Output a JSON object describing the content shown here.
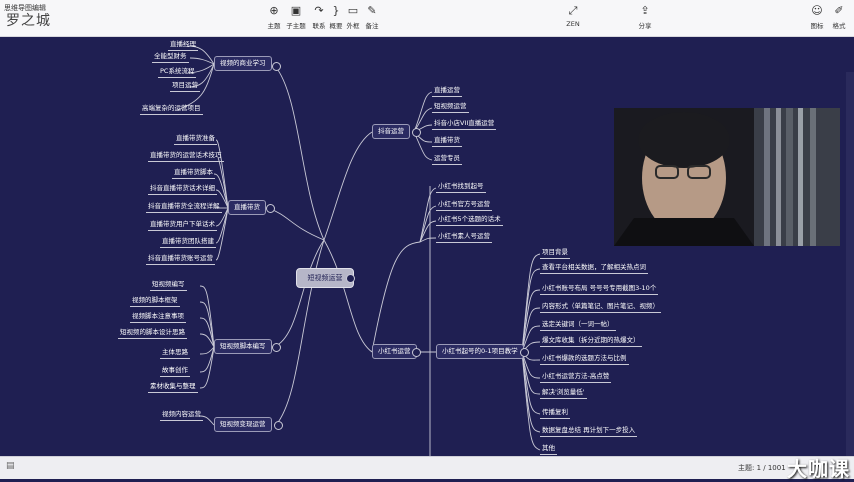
{
  "toolbar": {
    "left_label": "思维导图编辑",
    "logo_text": "罗之城",
    "buttons": [
      {
        "label": "主题",
        "icon": "topic-icon"
      },
      {
        "label": "子主题",
        "icon": "subtopic-icon"
      },
      {
        "label": "联系",
        "icon": "relation-icon"
      },
      {
        "label": "概要",
        "icon": "summary-icon"
      },
      {
        "label": "外框",
        "icon": "boundary-icon"
      },
      {
        "label": "备注",
        "icon": "note-icon"
      },
      {
        "label": "ZEN",
        "icon": "zen-icon"
      },
      {
        "label": "分享",
        "icon": "share-icon"
      },
      {
        "label": "图标",
        "icon": "icon-panel-icon"
      },
      {
        "label": "格式",
        "icon": "format-icon"
      }
    ]
  },
  "mindmap": {
    "center": "短视频运营",
    "branches": {
      "video_learning": {
        "title": "视频的商业学习",
        "leaves": [
          "直播经理",
          "全能型财务",
          "PC系统流程",
          "项目运营",
          "高端复杂的运营项目"
        ]
      },
      "douyin": {
        "title": "抖音运营",
        "leaves": [
          "直播运营",
          "短视频运营",
          "抖音小店VII直播运营",
          "直播带货",
          "运营专员"
        ]
      },
      "live": {
        "title": "直播带货",
        "leaves": [
          "直播带货准备",
          "直播带货的运营话术技巧",
          "直播带货脚本",
          "抖音直播带货话术详细",
          "抖音直播带货全流程详解",
          "直播带货用户下单话术",
          "直播带货团队搭建",
          "抖音直播带货账号运营"
        ]
      },
      "xiaohongshu_top": {
        "leaves": [
          "小红书找到起号",
          "小红书官方号运营",
          "小红书5个选题的话术",
          "小红书素人号运营"
        ]
      },
      "script": {
        "title": "短视频脚本编写",
        "leaves": [
          "短视频编写",
          "视频的脚本框架",
          "视频脚本注意事项",
          "短视频的脚本设计思路",
          "主体思路",
          "故事创作",
          "素材收集与整理"
        ]
      },
      "xiaohongshu": {
        "title": "小红书运营",
        "sub": "小红书起号的0-1项目教学",
        "leaves": [
          "项目背景",
          "查看平台相关数据，了解相关热点词",
          "小红书账号布局 号号号专用截图3-10个",
          "内容形式（单篇笔记、图片笔记、视频）",
          "选定关键词（一词一帖）",
          "爆文库收集（拆分近期的热爆文）",
          "小红书爆款的选题方法与比例",
          "小红书运营方法-高点赞",
          "解决'浏览量低'",
          "传播复利",
          "数据复盘总结 再计划下一步投入",
          "其他"
        ]
      },
      "bottom": {
        "title": "短视频变现运营",
        "leaves": [
          "视频内容运营"
        ]
      }
    }
  },
  "statusbar": {
    "zoom_label": "主题: 1 / 1001",
    "watermark": "大咖课"
  }
}
